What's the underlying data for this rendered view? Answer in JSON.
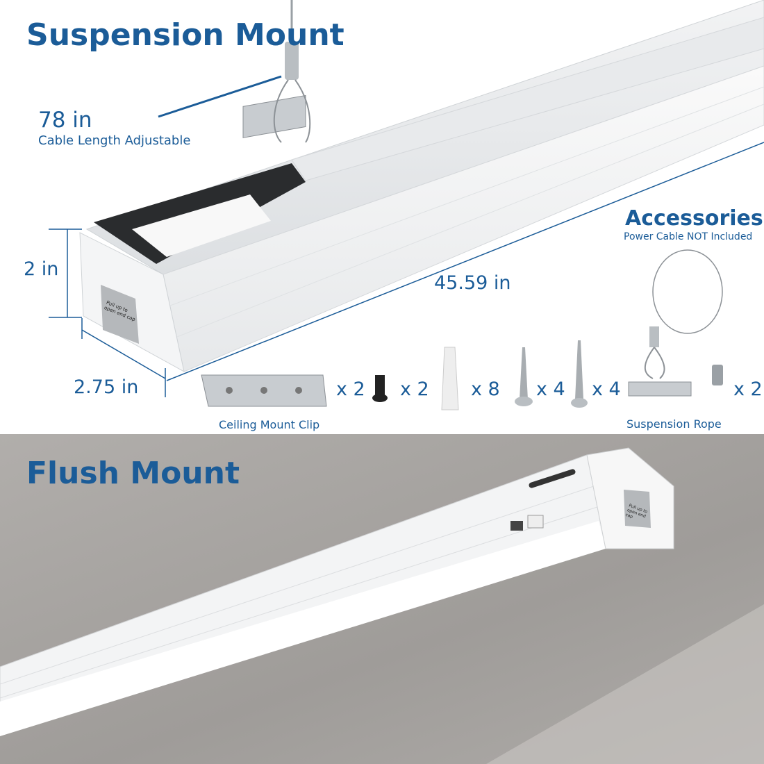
{
  "suspension": {
    "title": "Suspension Mount",
    "cable_length": "78 in",
    "cable_note": "Cable Length Adjustable",
    "height": "2 in",
    "width": "2.75 in",
    "length": "45.59 in",
    "label_text": "Pull up to open end cap"
  },
  "accessories": {
    "title": "Accessories",
    "note": "Power Cable NOT Included",
    "items": [
      {
        "icon": "ceiling-mount-clip-icon",
        "qty": "x 2"
      },
      {
        "icon": "short-screw-icon",
        "qty": "x 2"
      },
      {
        "icon": "wall-anchor-icon",
        "qty": "x 8"
      },
      {
        "icon": "wood-screw-icon",
        "qty": "x 4"
      },
      {
        "icon": "long-screw-icon",
        "qty": "x 4"
      },
      {
        "icon": "cable-end-icon",
        "qty": "x 2"
      }
    ],
    "clip_label": "Ceiling Mount Clip",
    "rope_label": "Suspension Rope"
  },
  "flush": {
    "title": "Flush Mount",
    "label_text": "Pull up to open end cap"
  },
  "colors": {
    "brand_blue": "#1b5c98",
    "ceiling_gray": "#a8a5a2"
  }
}
